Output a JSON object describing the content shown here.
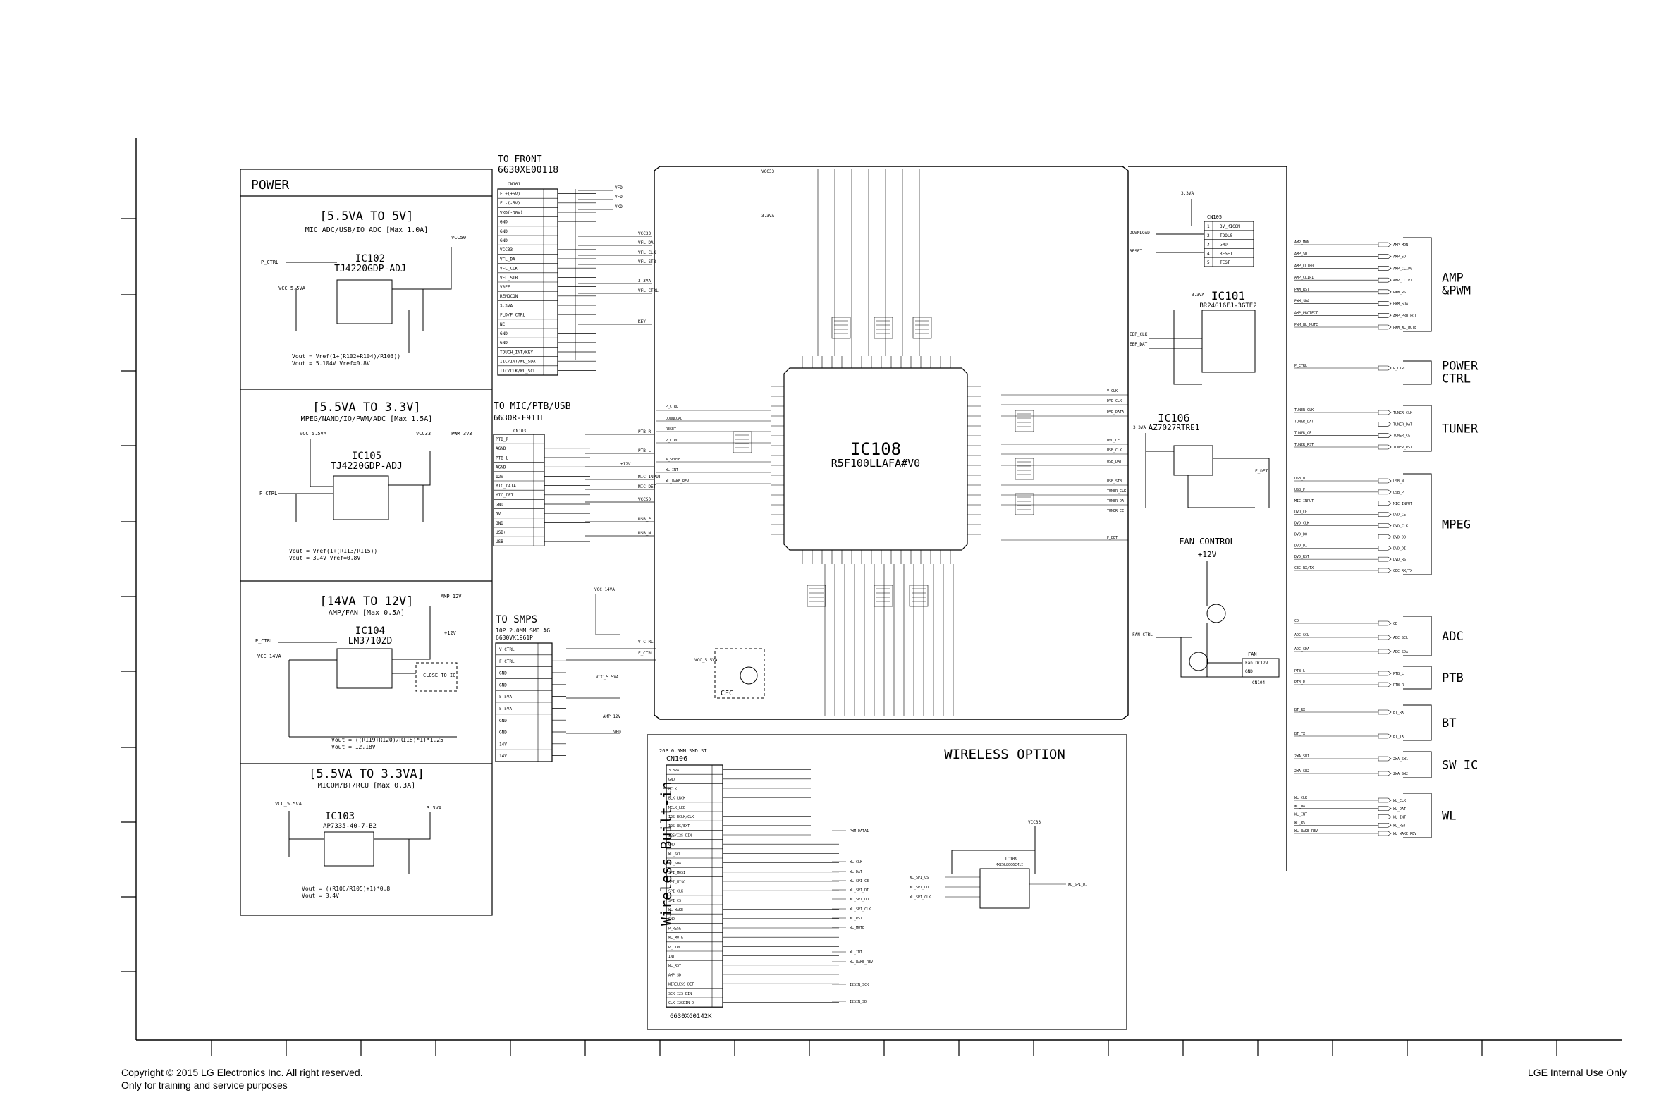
{
  "power": {
    "title": "POWER",
    "s1": {
      "heading": "[5.5VA TO 5V]",
      "sub": "MIC ADC/USB/IO ADC [Max 1.0A]",
      "ic": "IC102",
      "part": "TJ4220GDP-ADJ",
      "formula1": "Vout = Vref(1+(R102+R104)/R103))",
      "formula2": "Vout = 5.104V  Vref=0.8V",
      "net_in": "VCC_5.5VA",
      "net_out": "VCC50",
      "ctrl": "P_CTRL"
    },
    "s2": {
      "heading": "[5.5VA TO 3.3V]",
      "sub": "MPEG/NAND/IO/PWM/ADC [Max 1.5A]",
      "ic": "IC105",
      "part": "TJ4220GDP-ADJ",
      "formula1": "Vout = Vref(1+(R113/R115))",
      "formula2": "Vout = 3.4V  Vref=0.8V",
      "net_in": "VCC_5.5VA",
      "net_out": "VCC33",
      "net_out2": "PWM_3V3",
      "ctrl": "P_CTRL"
    },
    "s3": {
      "heading": "[14VA TO 12V]",
      "sub": "AMP/FAN [Max 0.5A]",
      "ic": "IC104",
      "part": "LM3710ZD",
      "formula1": "Vout = ((R119+R120)/R118)*1)*1.25",
      "formula2": "Vout = 12.18V",
      "net_in": "VCC_14VA",
      "net_out": "AMP_12V",
      "note": "CLOSE TO IC",
      "v12": "+12V",
      "ctrl": "P_CTRL"
    },
    "s4": {
      "heading": "[5.5VA TO 3.3VA]",
      "sub": "MICOM/BT/RCU [Max 0.3A]",
      "ic": "IC103",
      "part": "AP7335-40-7-B2",
      "formula1": "Vout = ((R106/R105)+1)*0.8",
      "formula2": "Vout = 3.4V",
      "net_in": "VCC_5.5VA",
      "net_out": "3.3VA"
    }
  },
  "front": {
    "title": "TO FRONT",
    "part": "6630XE00118",
    "cn": "CN101",
    "pins": [
      "FL+(+5V)",
      "FL-(-5V)",
      "VKD(-30V)",
      "GND",
      "GND",
      "GND",
      "VCC33",
      "VFL_DA",
      "VFL_CLK",
      "VFL_STB",
      "VREF",
      "REMOCON",
      "3.3VA",
      "FLD/P_CTRL",
      "NC",
      "GND",
      "GND",
      "TOUCH_INT/KEY",
      "IIC/INT/WL_SDA",
      "IIC/CLK/WL_SCL"
    ],
    "nets": [
      "VFD",
      "VFD",
      "VKD",
      "VCC33",
      "VFL_DA",
      "VFL_CLK",
      "VFL_STB",
      "3.3VA",
      "VFL_CTRL",
      "KEY"
    ]
  },
  "mic": {
    "title": "TO MIC/PTB/USB",
    "part": "6630R-F911L",
    "cn": "CN103",
    "pins": [
      "PTB_R",
      "AGND",
      "PTB_L",
      "AGND",
      "12V",
      "MIC_DATA",
      "MIC_DET",
      "GND",
      "5V",
      "GND",
      "USB+",
      "USB-"
    ],
    "nets": [
      "PTB_R",
      "PTB_L",
      "+12V",
      "MIC_INPUT",
      "MIC_DET",
      "VCC50",
      "USB_P",
      "USB_N"
    ]
  },
  "smps": {
    "title": "TO SMPS",
    "part": "10P 2.0MM SMD AG",
    "part2": "6630VK1961P",
    "pins": [
      "V_CTRL",
      "F_CTRL",
      "GND",
      "GND",
      "5.5VA",
      "5.5VA",
      "GND",
      "GND",
      "14V",
      "14V"
    ],
    "nets": [
      "VCC_14VA",
      "V_CTRL",
      "F_CTRL",
      "VCC_5.5VA",
      "AMP_12V",
      "VFD"
    ]
  },
  "micom": {
    "ic": "IC108",
    "part": "R5F100LLAFA#V0",
    "net_top": "VCC33",
    "net_top2": "3.3VA",
    "left_nets": [
      "P_CTRL",
      "DOWNLOAD",
      "RESET",
      "P_CTRL",
      "A_SENSE",
      "WL_INT",
      "WL_WAKE_REV"
    ],
    "right_nets": [
      "V_CLK",
      "DVD_CLK",
      "DVD_DATA",
      "DVD_CE",
      "USB_CLK",
      "USB_DAT",
      "USB_STB",
      "TUNER_CLK",
      "TUNER_DA",
      "TUNER_CE",
      "P_DET"
    ],
    "cec": "CEC",
    "cec_net": "VCC_5.5VA"
  },
  "debug": {
    "cn": "CN105",
    "pins": [
      "3V_MICOM",
      "TOOL0",
      "GND",
      "RESET",
      "TEST"
    ],
    "nets": [
      "DOWNLOAD",
      "RESET"
    ],
    "net_top": "3.3VA"
  },
  "eeprom": {
    "ic": "IC101",
    "part": "BR24G16FJ-3GTE2",
    "nets": [
      "EEP_CLK",
      "EEP_DAT"
    ],
    "net_top": "3.3VA"
  },
  "det": {
    "ic": "IC106",
    "part": "AZ7027RTRE1",
    "net_top": "3.3VA",
    "label": "F_DET"
  },
  "fan": {
    "title": "FAN CONTROL",
    "v12": "+12V",
    "cn": "CN104",
    "pins": [
      "Fan DC12V",
      "GND"
    ],
    "net": "FAN_CTRL",
    "label": "FAN"
  },
  "wireless": {
    "title": "WIRELESS OPTION",
    "side": "Wireless Built-in",
    "header": "26P 0.5MM SMD ST",
    "cn": "CN106",
    "part": "6630XG0142K",
    "pins": [
      "3.3VA",
      "GND",
      "MCLK",
      "BLK_LRCK",
      "MCLK_LED",
      "I2S_BCLK/CLK",
      "I2S_WS/EXT",
      "I2S/I2S DIN",
      "GND",
      "WL_SCL",
      "WL_SDA",
      "SPI_MOSI",
      "SPI_MISO",
      "SPI_CLK",
      "SPI_CS",
      "WL_WAKE",
      "GND",
      "P_RESET",
      "WL_MUTE",
      "P_CTRL",
      "INT",
      "WL_RST",
      "AMP_SD",
      "WIRELESS_DET",
      "SCK_I2S_DIN",
      "CLK_I2SDIN_D"
    ],
    "nets": [
      "PWM_DATA1",
      "WL_CLK",
      "WL_DAT",
      "WL_SPI_CE",
      "WL_SPI_DI",
      "WL_SPI_DO",
      "WL_SPI_CLK",
      "WL_RST",
      "WL_MUTE",
      "WL_INT",
      "WL_WAKE_REV",
      "I2SIN_SCK",
      "I2SIN_SD"
    ],
    "ic": "IC109",
    "ic_part": "MX25L8006EM1I",
    "ic_nets": [
      "WL_SPI_CS",
      "WL_SPI_DO",
      "WL_SPI_CLK",
      "WL_SPI_DI"
    ],
    "net_top": "VCC33"
  },
  "right": {
    "groups": [
      {
        "label": "AMP &PWM",
        "nets": [
          "AMP_MON",
          "AMP_SD",
          "AMP_CLIP0",
          "AMP_CLIP1",
          "PWM_RST",
          "PWM_SDA",
          "AMP_PROTECT",
          "PWM_WL_MUTE"
        ]
      },
      {
        "label": "POWER CTRL",
        "nets": [
          "P_CTRL"
        ]
      },
      {
        "label": "TUNER",
        "nets": [
          "TUNER_CLK",
          "TUNER_DAT",
          "TUNER_CE",
          "TUNER_RST"
        ]
      },
      {
        "label": "MPEG",
        "nets": [
          "USB_N",
          "USB_P",
          "MIC_INPUT",
          "DVD_CE",
          "DVD_CLK",
          "DVD_DO",
          "DVD_DI",
          "DVD_RST",
          "CEC_RX/TX"
        ]
      },
      {
        "label": "ADC",
        "nets": [
          "CD",
          "ADC_SCL",
          "ADC_SDA"
        ]
      },
      {
        "label": "PTB",
        "nets": [
          "PTB_L",
          "PTB_R"
        ]
      },
      {
        "label": "BT",
        "nets": [
          "BT_RX",
          "BT_TX"
        ]
      },
      {
        "label": "SW IC",
        "nets": [
          "2WA_SW1",
          "2WA_SW2"
        ]
      },
      {
        "label": "WL",
        "nets": [
          "WL_CLK",
          "WL_DAT",
          "WL_INT",
          "WL_RST",
          "WL_WAKE_REV"
        ]
      }
    ]
  },
  "footer": {
    "left1": "Copyright © 2015 LG Electronics Inc. All right reserved.",
    "left2": "Only for training and service purposes",
    "right": "LGE Internal Use Only"
  }
}
